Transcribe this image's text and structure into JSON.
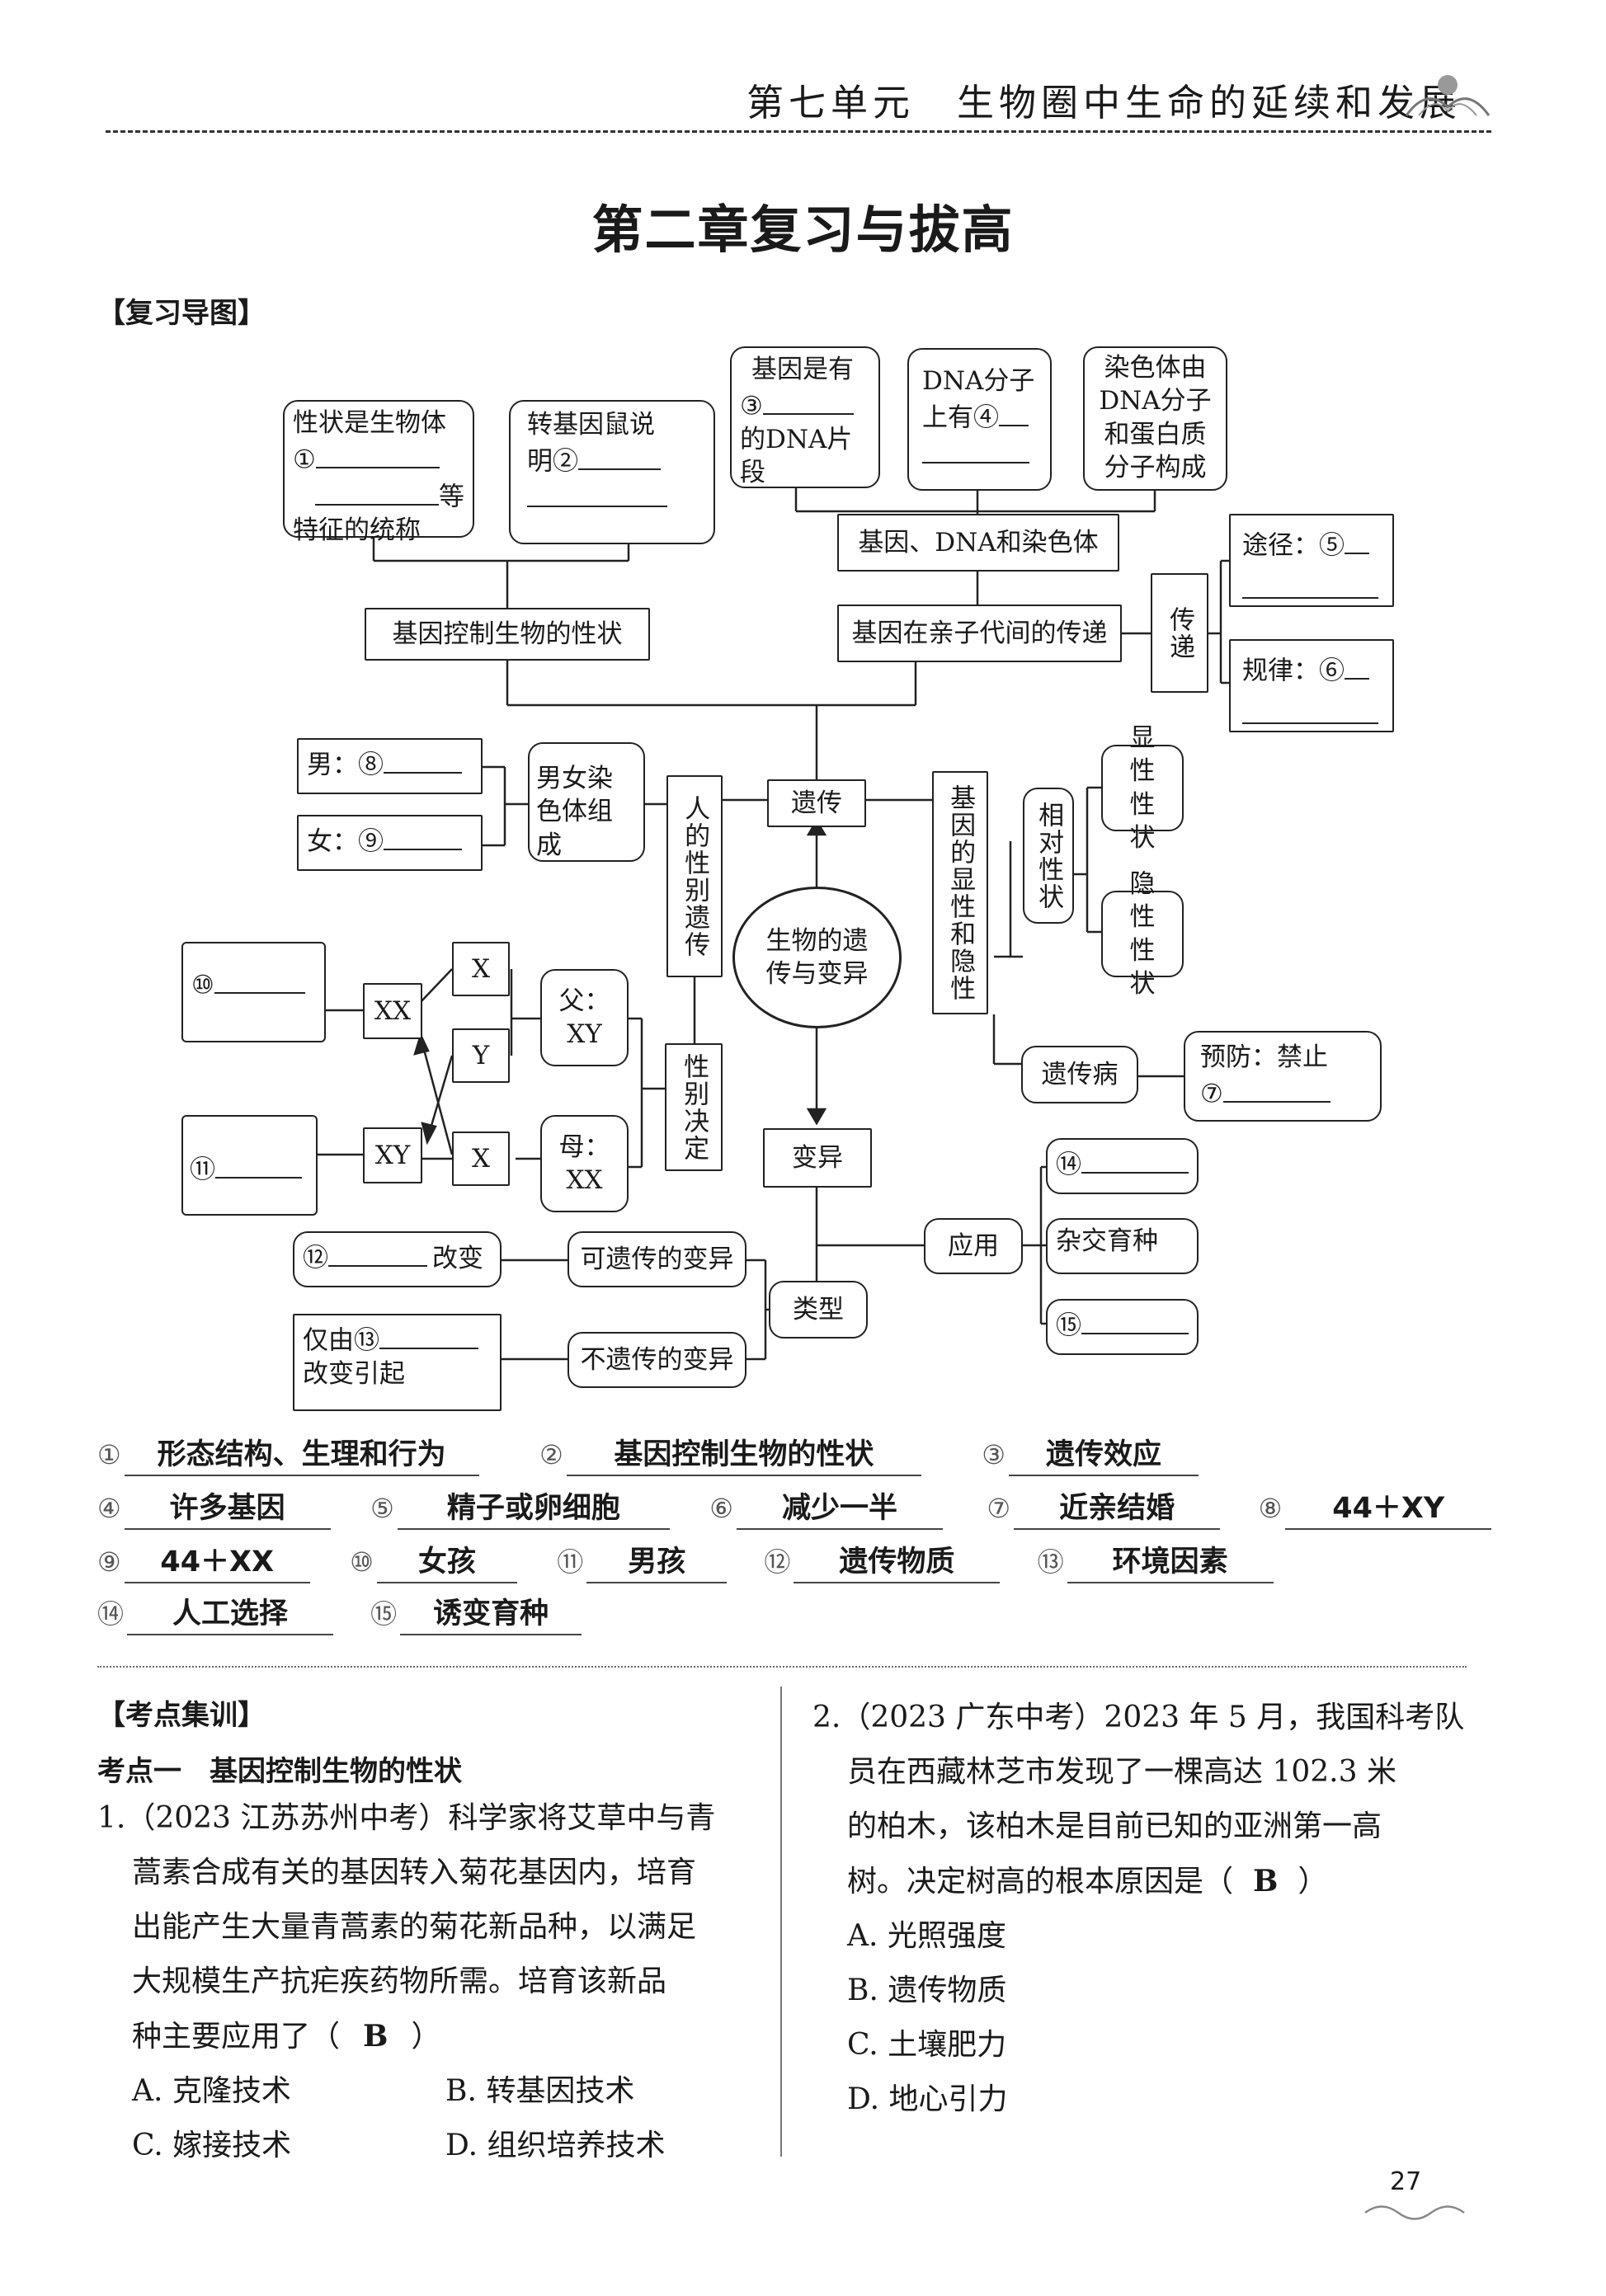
{
  "header": {
    "unit_title": "第七单元　生物圈中生命的延续和发展"
  },
  "page_title": "第二章复习与拔高",
  "review_label": "【复习导图】",
  "mindmap": {
    "center": "生物的遗传与变异",
    "heredity": "遗传",
    "variation": "变异",
    "gene_control": "基因控制生物的性状",
    "trait_def_a": "性状是生物体",
    "trait_def_num": "①",
    "trait_def_b": "等",
    "trait_def_c": "特征的统称",
    "mouse_a": "转基因鼠说",
    "mouse_b": "明②",
    "gene_dna_chrom": "基因、DNA和染色体",
    "gene_is_a": "基因是有",
    "gene_is_num": "③",
    "gene_is_b": "的DNA片段",
    "dna_has_a": "DNA分子",
    "dna_has_b": "上有④",
    "chrom_a": "染色体由",
    "chrom_b": "DNA分子",
    "chrom_c": "和蛋白质",
    "chrom_d": "分子构成",
    "gene_transfer": "基因在亲子代间的传递",
    "transfer": "传递",
    "pathway": "途径：⑤",
    "rule": "规律：⑥",
    "sex_inheritance": "人的性别遗传",
    "sex_chrom_comp": "男女染色体组成",
    "male": "男：⑧",
    "female": "女：⑨",
    "sex_determination": "性别决定",
    "father_label": "父：",
    "father_xy": "XY",
    "mother_label": "母：",
    "mother_xx": "XX",
    "x1": "X",
    "y1": "Y",
    "x2": "X",
    "xx": "XX",
    "xy": "XY",
    "ten": "⑩",
    "eleven": "⑪",
    "dominance": "基因的显性和隐性",
    "relative_traits": "相对性状",
    "dominant": "显性性状",
    "recessive": "隐性性状",
    "genetic_disease": "遗传病",
    "prevent_a": "预防：禁止",
    "prevent_num": "⑦",
    "application": "应用",
    "fourteen": "⑭",
    "hybrid": "杂交育种",
    "fifteen": "⑮",
    "types": "类型",
    "heritable": "可遗传的变异",
    "non_heritable": "不遗传的变异",
    "twelve": "⑫",
    "change": "改变",
    "only_by_a": "仅由⑬",
    "only_by_b": "改变引起"
  },
  "answers": [
    [
      {
        "n": "①",
        "v": "形态结构、生理和行为"
      },
      {
        "n": "②",
        "v": "基因控制生物的性状"
      },
      {
        "n": "③",
        "v": "遗传效应"
      }
    ],
    [
      {
        "n": "④",
        "v": "许多基因"
      },
      {
        "n": "⑤",
        "v": "精子或卵细胞"
      },
      {
        "n": "⑥",
        "v": "减少一半"
      },
      {
        "n": "⑦",
        "v": "近亲结婚"
      },
      {
        "n": "⑧",
        "v": "44＋XY"
      }
    ],
    [
      {
        "n": "⑨",
        "v": "44＋XX"
      },
      {
        "n": "⑩",
        "v": "女孩"
      },
      {
        "n": "⑪",
        "v": "男孩"
      },
      {
        "n": "⑫",
        "v": "遗传物质"
      },
      {
        "n": "⑬",
        "v": "环境因素"
      }
    ],
    [
      {
        "n": "⑭",
        "v": "人工选择"
      },
      {
        "n": "⑮",
        "v": "诱变育种"
      }
    ]
  ],
  "exam": {
    "label": "【考点集训】",
    "kp1": "考点一　基因控制生物的性状",
    "q1": {
      "lines": [
        "1.（2023 江苏苏州中考）科学家将艾草中与青",
        "蒿素合成有关的基因转入菊花基因内，培育",
        "出能产生大量青蒿素的菊花新品种，以满足",
        "大规模生产抗疟疾药物所需。培育该新品",
        "种主要应用了（"
      ],
      "answer": "B",
      "close": "）",
      "opts": [
        "A. 克隆技术",
        "B. 转基因技术",
        "C. 嫁接技术",
        "D. 组织培养技术"
      ]
    },
    "q2": {
      "lines": [
        "2.（2023 广东中考）2023 年 5 月，我国科考队",
        "员在西藏林芝市发现了一棵高达 102.3 米",
        "的柏木，该柏木是目前已知的亚洲第一高",
        "树。决定树高的根本原因是（"
      ],
      "answer": "B",
      "close": "）",
      "opts": [
        "A. 光照强度",
        "B. 遗传物质",
        "C. 土壤肥力",
        "D. 地心引力"
      ]
    }
  },
  "page_number": "27"
}
